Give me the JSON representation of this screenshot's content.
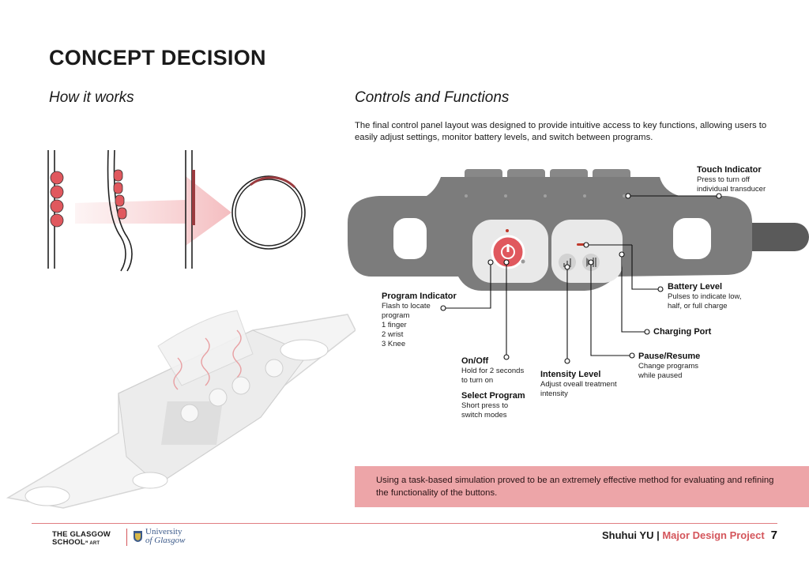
{
  "page": {
    "title": "CONCEPT DECISION",
    "how_title": "How it works",
    "controls_title": "Controls and Functions",
    "intro": "The final control panel layout was designed to provide intuitive access to key functions, allowing users to easily adjust settings, monitor battery levels, and switch between programs."
  },
  "labels": {
    "touch": {
      "title": "Touch Indicator",
      "l1": "Press to turn off",
      "l2": "individual transducer"
    },
    "battery": {
      "title": "Battery Level",
      "l1": "Pulses to indicate low,",
      "l2": "half, or full charge"
    },
    "charging": {
      "title": "Charging Port"
    },
    "pause": {
      "title": "Pause/Resume",
      "l1": "Change programs",
      "l2": "while paused"
    },
    "intensity": {
      "title": "Intensity Level",
      "l1": "Adjust oveall treatment",
      "l2": "intensity"
    },
    "onoff": {
      "title": "On/Off",
      "l1": "Hold for 2 seconds",
      "l2": "to turn on"
    },
    "select": {
      "title": "Select Program",
      "l1": "Short press to",
      "l2": "switch modes"
    },
    "program": {
      "title": "Program Indicator",
      "l1": "Flash to locate",
      "l2": "program",
      "l3": "1 finger",
      "l4": "2 wrist",
      "l5": "3 Knee"
    }
  },
  "note": "Using a task-based simulation proved to be an extremely effective method for evaluating and refining the functionality of the buttons.",
  "footer": {
    "author": "Shuhui YU",
    "separator": " | ",
    "project": "Major Design Project",
    "page_number": "7",
    "gsa_line1": "THE GLASGOW",
    "gsa_line2": "SCHOOL",
    "gsa_small": "ꟸ ART",
    "uog_line1": "University",
    "uog_line2": "of Glasgow"
  },
  "colors": {
    "accent": "#e0585e",
    "device": "#7c7c7c",
    "note_bg": "#eda5a8"
  }
}
